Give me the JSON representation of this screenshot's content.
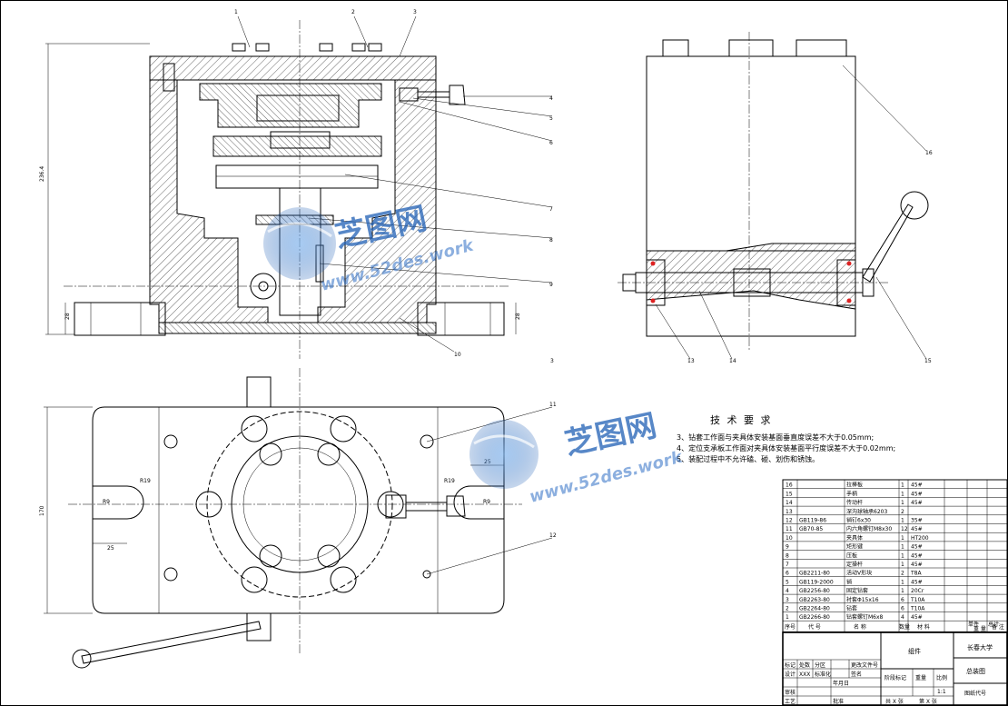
{
  "balloons_main": [
    "1",
    "2",
    "3",
    "4",
    "5",
    "6",
    "7",
    "8",
    "9",
    "10"
  ],
  "balloons_side": [
    "16",
    "13",
    "14",
    "15"
  ],
  "balloons_top": [
    "11",
    "12"
  ],
  "dimensions": {
    "height_total": "236.4",
    "left_28": "28",
    "right_28": "28",
    "width_170": "170",
    "r19_left": "R19",
    "r9_left": "R9",
    "d25_left": "25",
    "r19_right": "R19",
    "r9_right": "R9",
    "d25_right": "25",
    "section_mark": "3"
  },
  "tech_requirements": {
    "title": "技 术 要 求",
    "items": [
      "3、钻套工作面与夹具体安装基面垂直度误差不大于0.05mm;",
      "4、定位支承板工作面对夹具体安装基面平行度误差不大于0.02mm;",
      "5、装配过程中不允许磕、碰、划伤和锈蚀。"
    ]
  },
  "bom": {
    "rows": [
      {
        "no": "16",
        "code": "",
        "name": "拉棒板",
        "qty": "1",
        "mat": "45#"
      },
      {
        "no": "15",
        "code": "",
        "name": "手柄",
        "qty": "1",
        "mat": "45#"
      },
      {
        "no": "14",
        "code": "",
        "name": "传动杆",
        "qty": "1",
        "mat": "45#"
      },
      {
        "no": "13",
        "code": "",
        "name": "深沟球轴承6203",
        "qty": "2",
        "mat": ""
      },
      {
        "no": "12",
        "code": "GB119-86",
        "name": "销钉6x30",
        "qty": "1",
        "mat": "35#"
      },
      {
        "no": "11",
        "code": "GB70-85",
        "name": "内六角螺钉M8x30",
        "qty": "12",
        "mat": "45#"
      },
      {
        "no": "10",
        "code": "",
        "name": "夹具体",
        "qty": "1",
        "mat": "HT200"
      },
      {
        "no": "9",
        "code": "",
        "name": "矩形键",
        "qty": "1",
        "mat": "45#"
      },
      {
        "no": "8",
        "code": "",
        "name": "压板",
        "qty": "1",
        "mat": "45#"
      },
      {
        "no": "7",
        "code": "",
        "name": "定操杆",
        "qty": "1",
        "mat": "45#"
      },
      {
        "no": "6",
        "code": "GB2211-80",
        "name": "活动V形块",
        "qty": "2",
        "mat": "T8A"
      },
      {
        "no": "5",
        "code": "GB119-2000",
        "name": "销",
        "qty": "1",
        "mat": "45#"
      },
      {
        "no": "4",
        "code": "GB2256-80",
        "name": "固定钻套",
        "qty": "1",
        "mat": "20Cr"
      },
      {
        "no": "3",
        "code": "GB2263-80",
        "name": "衬套Φ15x16",
        "qty": "6",
        "mat": "T10A"
      },
      {
        "no": "2",
        "code": "GB2264-80",
        "name": "钻套",
        "qty": "6",
        "mat": "T10A"
      },
      {
        "no": "1",
        "code": "GB2266-80",
        "name": "钻套螺钉M6x8",
        "qty": "4",
        "mat": "45#"
      }
    ],
    "header": {
      "no": "序号",
      "code": "代 号",
      "name": "名 称",
      "qty": "数量",
      "mat": "材 料",
      "single": "单件",
      "total": "总计",
      "weight": "重 量",
      "note": "备 注"
    }
  },
  "title_block": {
    "assembly": "组件",
    "school": "长春大学",
    "drawing_name": "总装图",
    "scale_label": "比例",
    "scale": "1:1",
    "weight_label": "重量",
    "stage_label": "阶段标记",
    "mark_label": "标记",
    "count_label": "处数",
    "zone_label": "分区",
    "change_label": "更改文件号",
    "sign_label": "签名",
    "date_label": "年月日",
    "design_label": "设计",
    "design_name": "XXX",
    "std_label": "标准化",
    "review_label": "审核",
    "process_label": "工艺",
    "approve_label": "批准",
    "sheet_total": "共 X 张",
    "sheet_no": "第 X 张",
    "drawing_code": "图纸代号"
  },
  "watermark": {
    "brand": "芝图网",
    "url": "www.52des.work"
  }
}
